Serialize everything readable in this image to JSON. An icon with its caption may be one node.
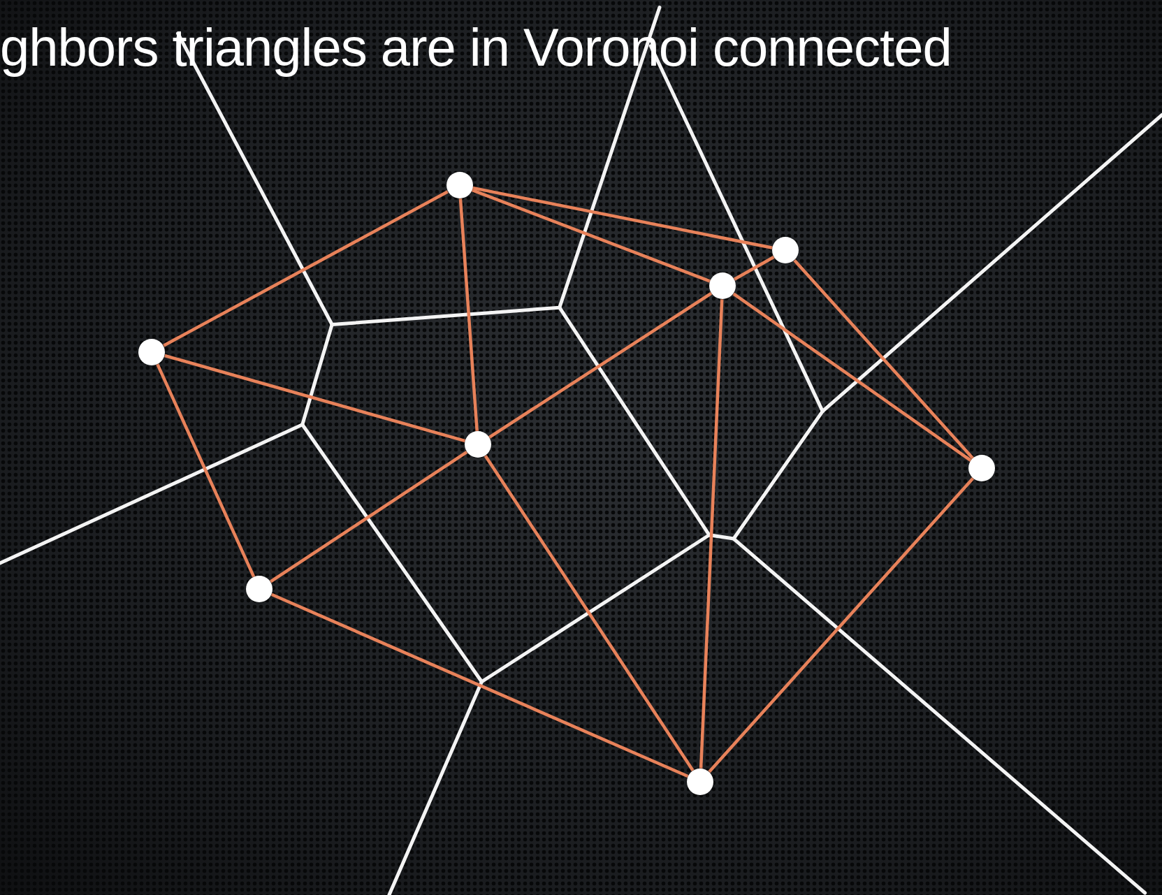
{
  "diagram": {
    "title": "ghbors triangles are in Voronoi connected",
    "nodes": [
      {
        "text": [],
        "shape": "circle"
      },
      {
        "text": [],
        "shape": "circle"
      },
      {
        "text": [],
        "shape": "circle"
      },
      {
        "text": [],
        "shape": "circle"
      },
      {
        "text": [],
        "shape": "circle"
      },
      {
        "text": [],
        "shape": "circle"
      },
      {
        "text": [],
        "shape": "circle"
      },
      {
        "text": [],
        "shape": "circle"
      }
    ],
    "edges": [
      {
        "from": 0,
        "to": 3,
        "arrow": "none"
      },
      {
        "from": 0,
        "to": 4,
        "arrow": "none"
      },
      {
        "from": 0,
        "to": 1,
        "arrow": "none"
      },
      {
        "from": 0,
        "to": 2,
        "arrow": "none"
      },
      {
        "from": 2,
        "to": 1,
        "arrow": "none"
      },
      {
        "from": 1,
        "to": 5,
        "arrow": "none"
      },
      {
        "from": 2,
        "to": 5,
        "arrow": "none"
      },
      {
        "from": 2,
        "to": 4,
        "arrow": "none"
      },
      {
        "from": 2,
        "to": 7,
        "arrow": "none"
      },
      {
        "from": 3,
        "to": 4,
        "arrow": "none"
      },
      {
        "from": 3,
        "to": 6,
        "arrow": "none"
      },
      {
        "from": 6,
        "to": 4,
        "arrow": "none"
      },
      {
        "from": 6,
        "to": 7,
        "arrow": "none"
      },
      {
        "from": 4,
        "to": 7,
        "arrow": "none"
      },
      {
        "from": 7,
        "to": 5,
        "arrow": "none"
      }
    ]
  }
}
